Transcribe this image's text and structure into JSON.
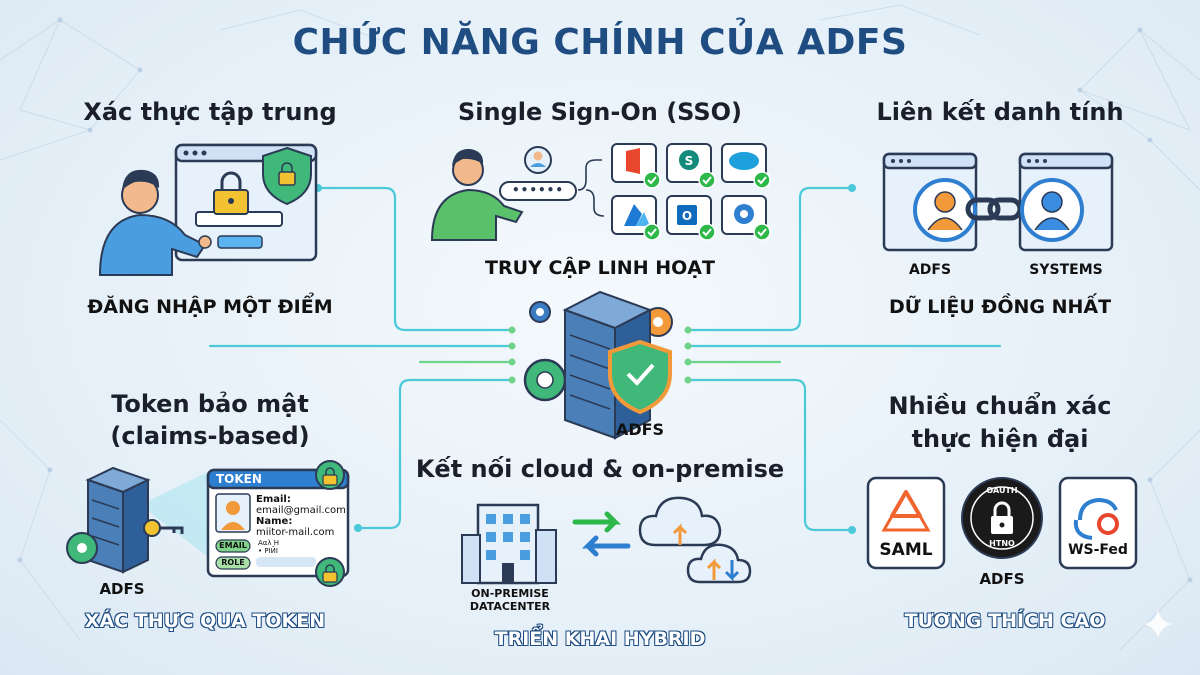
{
  "title": "CHỨC NĂNG CHÍNH CỦA ADFS",
  "center": {
    "label": "ADFS"
  },
  "features": {
    "central_auth": {
      "heading": "Xác thực tập trung",
      "caption": "ĐĂNG NHẬP MỘT ĐIỂM"
    },
    "sso": {
      "heading": "Single Sign-On (SSO)",
      "caption": "TRUY CẬP LINH HOẠT",
      "password_mask": "••••••"
    },
    "identity_federation": {
      "heading": "Liên kết danh tính",
      "left_label": "ADFS",
      "right_label": "SYSTEMS",
      "caption": "DỮ LIỆU ĐỒNG NHẤT"
    },
    "security_token": {
      "heading_line1": "Token bảo mật",
      "heading_line2": "(claims-based)",
      "server_label": "ADFS",
      "token_header": "TOKEN",
      "email_label": "Email:",
      "email_value": "email@gmail.com",
      "name_label": "Name:",
      "name_value": "miitor-mail.com",
      "claim_email": "EMAIL",
      "claim_email_value": "Aαλ H\n• РІӢІ",
      "claim_role": "ROLE",
      "caption": "XÁC THỰC QUA TOKEN"
    },
    "hybrid": {
      "heading": "Kết nối cloud & on-premise",
      "dc_line1": "ON-PREMISE",
      "dc_line2": "DATACENTER",
      "caption": "TRIỂN KHAI HYBRID"
    },
    "standards": {
      "heading_line1": "Nhiều chuẩn xác",
      "heading_line2": "thực hiện đại",
      "saml": "SAML",
      "oauth_top": "OAUTH",
      "oauth_bottom": "HTNO",
      "wsfed": "WS-Fed",
      "adfs_label": "ADFS",
      "caption": "TƯƠNG THÍCH CAO"
    }
  },
  "colors": {
    "title": "#1f4d82",
    "connector": "#4cc9d8",
    "check": "#2eb84a",
    "accent_blue": "#2f7fd1"
  }
}
